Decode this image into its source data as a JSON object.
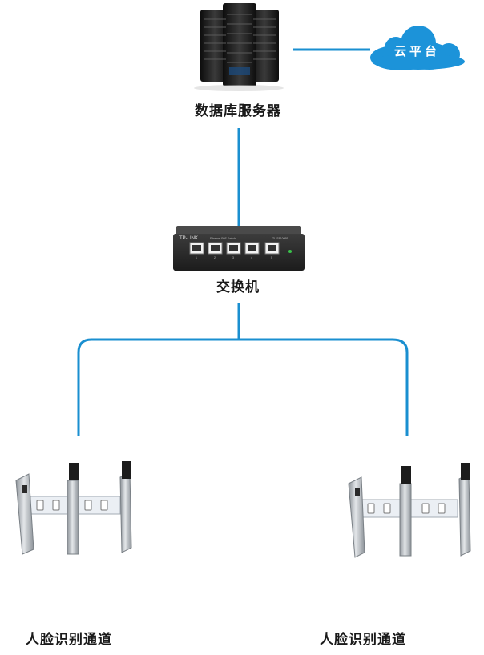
{
  "cloud": {
    "label": "云平台"
  },
  "server": {
    "label": "数据库服务器"
  },
  "switch": {
    "label": "交换机",
    "brand": "TP-LINK",
    "model": "TL-SF1005P",
    "subtitle": "Ethernet PoE Switch",
    "port_marks": [
      "1",
      "2",
      "3",
      "4",
      "5"
    ]
  },
  "gates": [
    {
      "label": "人脸识别通道"
    },
    {
      "label": "人脸识别通道"
    }
  ],
  "colors": {
    "line": "#1a8fd0",
    "cloud": "#1c93d9",
    "server": "#1b1b1b",
    "switch": "#2a2a2a",
    "gate_metal": "#b9bec3"
  }
}
